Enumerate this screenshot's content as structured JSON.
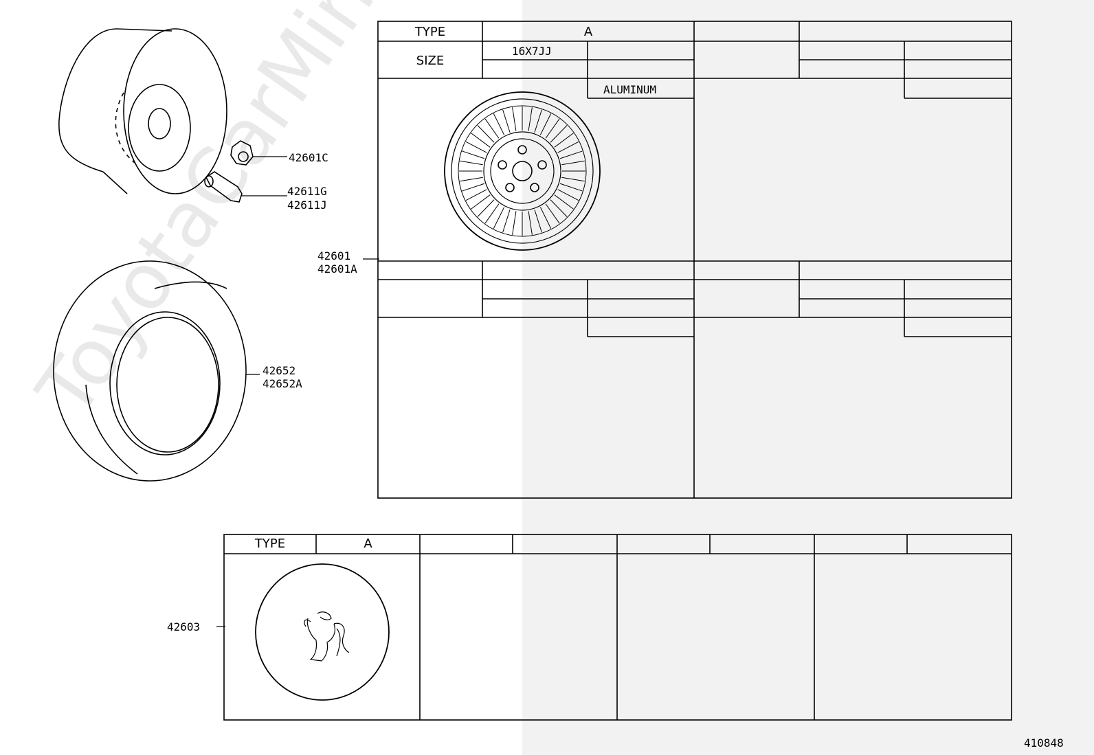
{
  "watermark": "ToyotaCarMine.ru",
  "part_labels": {
    "p42601C": "42601C",
    "p42611G": "42611G",
    "p42611J": "42611J",
    "p42601": "42601",
    "p42601A": "42601A",
    "p42652": "42652",
    "p42652A": "42652A",
    "p42603": "42603"
  },
  "wheel_table": {
    "type_label": "TYPE",
    "type_value": "A",
    "size_label": "SIZE",
    "size_value": "16X7JJ",
    "material": "ALUMINUM"
  },
  "cap_table": {
    "type_label": "TYPE",
    "type_value": "A"
  },
  "diagram_id": "410848"
}
